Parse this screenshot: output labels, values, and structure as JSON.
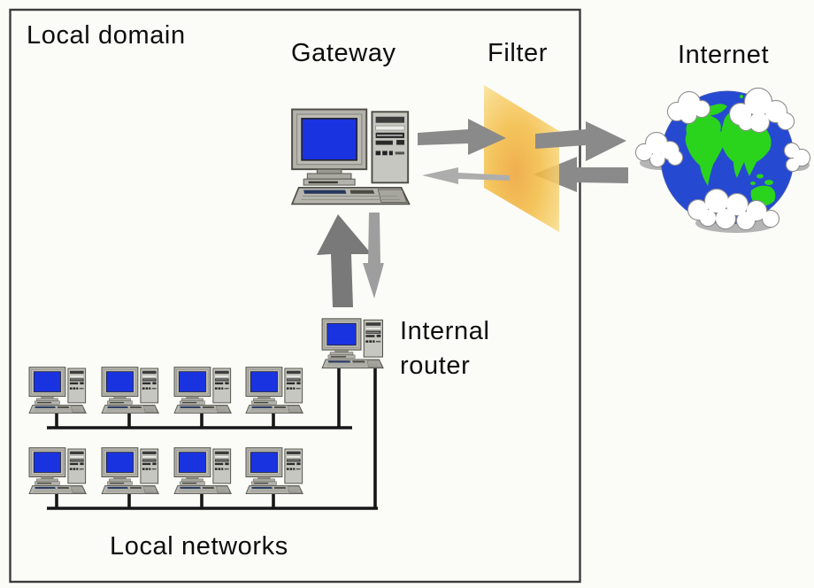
{
  "diagram": {
    "domain": {
      "label": "Local domain"
    },
    "nodes": {
      "gateway": "Gateway",
      "filter": "Filter",
      "internet": "Internet",
      "internal_router": "Internal router",
      "local_networks": "Local networks"
    },
    "topology": {
      "workstation_rows": 2,
      "workstations_per_row": 4,
      "flows": [
        "gateway-to-filter",
        "filter-to-internet",
        "internet-to-filter",
        "filter-to-gateway",
        "router-to-gateway-up",
        "gateway-to-router-down"
      ]
    },
    "colors": {
      "screen_blue": "#1a33e0",
      "globe_blue": "#2649d2",
      "land_green": "#2bd41c",
      "cloud_outline": "#8f8f8f",
      "cloud_shadow": "#b4b4b4",
      "filter_orange": "#eda437",
      "filter_yellow": "#f3bc45",
      "filter_yellow_mid": "#f8d57a",
      "filter_yellow_light": "#fae9ad",
      "arrow_gray": "#8a8a8a",
      "arrow_light_gray": "#adadad",
      "arrow_up_gray": "#797979",
      "arrow_down_gray": "#9e9e9e",
      "line_black": "#161616",
      "border_gray": "#3c3c3c",
      "pc_body_gray": "#c7c7c1"
    }
  }
}
